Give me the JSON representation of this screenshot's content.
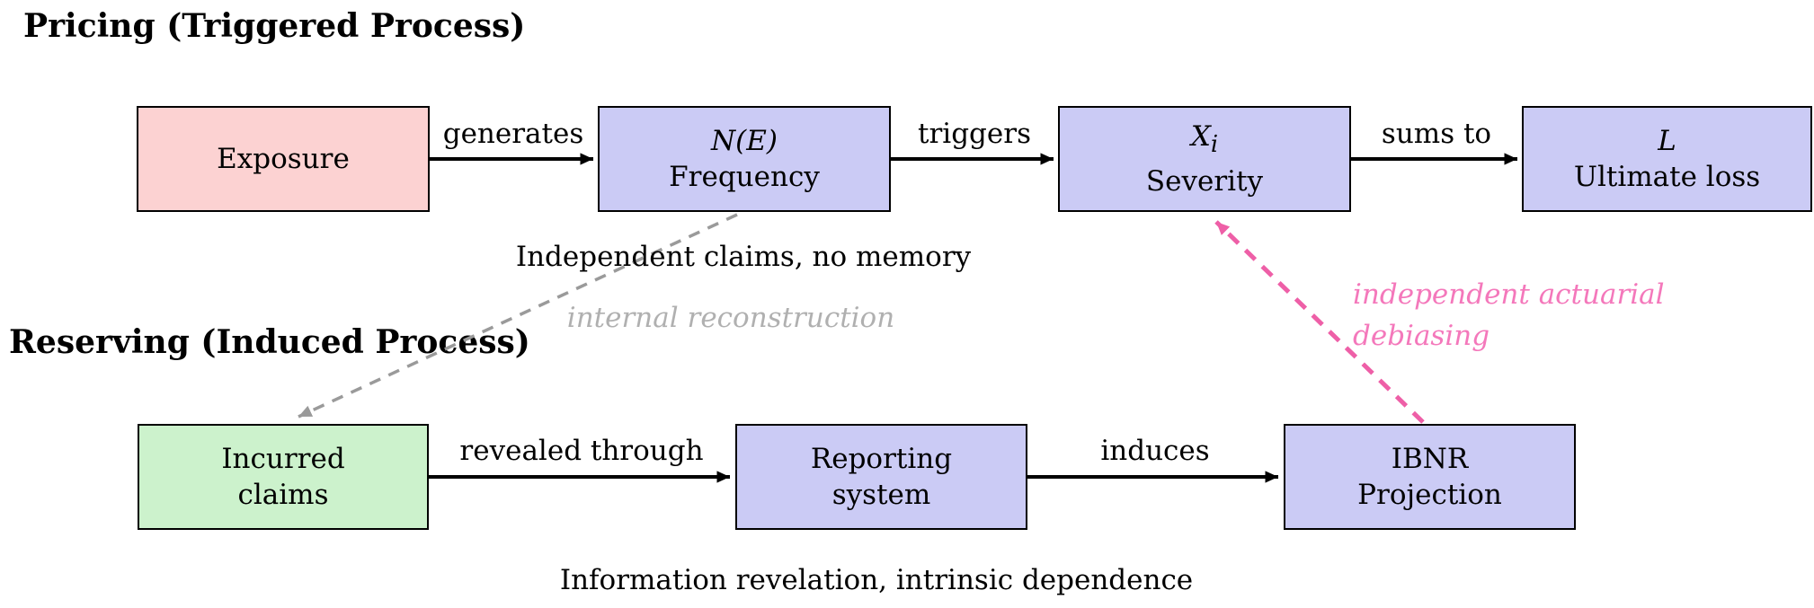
{
  "headings": {
    "pricing": "Pricing (Triggered Process)",
    "reserving": "Reserving (Induced Process)"
  },
  "nodes": {
    "exposure": {
      "label": "Exposure"
    },
    "frequency": {
      "math": "N(E)",
      "label": "Frequency"
    },
    "severity": {
      "math": "X",
      "math_sub": "i",
      "label": "Severity"
    },
    "ultimate": {
      "math": "L",
      "label": "Ultimate loss"
    },
    "incurred": {
      "line1": "Incurred",
      "line2": "claims"
    },
    "reporting": {
      "line1": "Reporting",
      "line2": "system"
    },
    "ibnr": {
      "line1": "IBNR",
      "line2": "Projection"
    }
  },
  "edges": {
    "generates": "generates",
    "triggers": "triggers",
    "sums_to": "sums to",
    "revealed_through": "revealed through",
    "induces": "induces",
    "internal_reconstruction": "internal reconstruction",
    "debiasing_line1": "independent actuarial",
    "debiasing_line2": "debiasing"
  },
  "captions": {
    "pricing_note": "Independent claims, no memory",
    "reserving_note": "Information revelation, intrinsic dependence"
  },
  "colors": {
    "exposure_fill": "#fcd2d2",
    "process_fill": "#cbcbf5",
    "incurred_fill": "#ccf2cc",
    "gray_dashed": "#9a9a9a",
    "gray_text": "#b0b0b0",
    "pink_dashed": "#ee5fa7",
    "pink_text": "#f478bb",
    "arrow_black": "#000000"
  }
}
